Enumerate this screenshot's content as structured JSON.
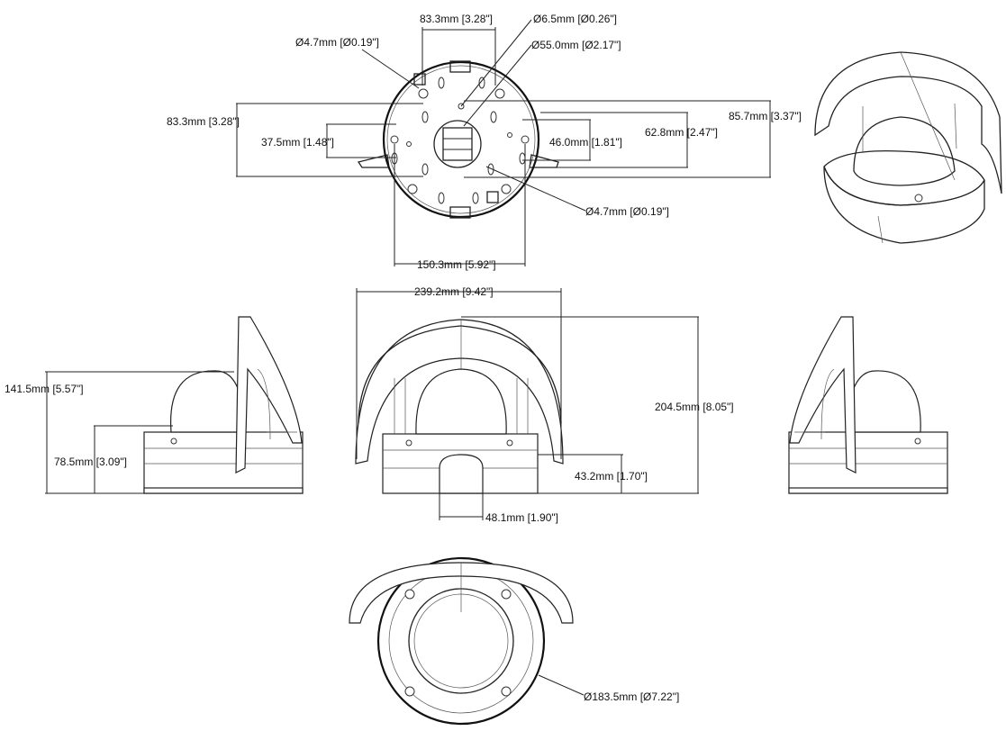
{
  "labels": {
    "top_width": "83.3mm [3.28\"]",
    "hole_small_top": "Ø6.5mm [Ø0.26\"]",
    "hole_center": "Ø55.0mm [Ø2.17\"]",
    "hole_left": "Ø4.7mm [Ø0.19\"]",
    "left_height": "83.3mm [3.28\"]",
    "left_inner": "37.5mm [1.48\"]",
    "right_inner": "46.0mm [1.81\"]",
    "right_mid": "62.8mm [2.47\"]",
    "right_outer": "85.7mm [3.37\"]",
    "hole_bottom": "Ø4.7mm [Ø0.19\"]",
    "base_width": "150.3mm [5.92\"]",
    "front_width": "239.2mm [9.42\"]",
    "side_total_height": "141.5mm [5.57\"]",
    "side_base_height": "78.5mm [3.09\"]",
    "front_total_height": "204.5mm [8.05\"]",
    "front_base_height": "43.2mm [1.70\"]",
    "conduit_width": "48.1mm [1.90\"]",
    "bottom_diameter": "Ø183.5mm [Ø7.22\"]"
  }
}
